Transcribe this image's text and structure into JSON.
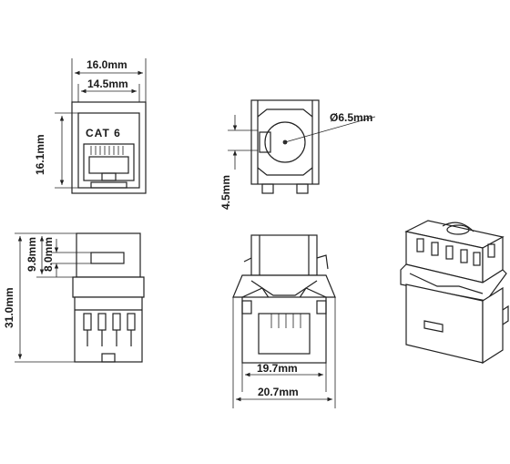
{
  "dimensions": {
    "front_outer_width": "16.0mm",
    "front_inner_width": "14.5mm",
    "front_height": "16.1mm",
    "top_hole_diameter": "Ø6.5mm",
    "top_lip_height": "4.5mm",
    "side_total_height": "31.0mm",
    "side_upper_offset": "9.8mm",
    "side_window_height": "8.0mm",
    "back_inner_width": "19.7mm",
    "back_outer_width": "20.7mm"
  },
  "front_view": {
    "marking": "CAT 6"
  },
  "colors": {
    "line": "#222222",
    "background": "#ffffff"
  }
}
